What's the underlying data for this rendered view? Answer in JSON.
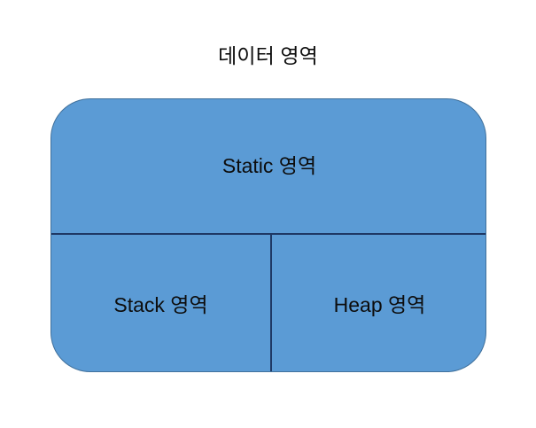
{
  "diagram": {
    "title": "데이터 영역",
    "type": "memory-layout",
    "colors": {
      "background": "#ffffff",
      "block_fill": "#5B9BD5",
      "block_border": "#41719C",
      "divider": "#1F3864",
      "text": "#0d0d0d"
    },
    "regions": [
      {
        "id": "static",
        "label": "Static 영역",
        "position": "top"
      },
      {
        "id": "stack",
        "label": "Stack 영역",
        "position": "bottom-left"
      },
      {
        "id": "heap",
        "label": "Heap 영역",
        "position": "bottom-right"
      }
    ]
  }
}
